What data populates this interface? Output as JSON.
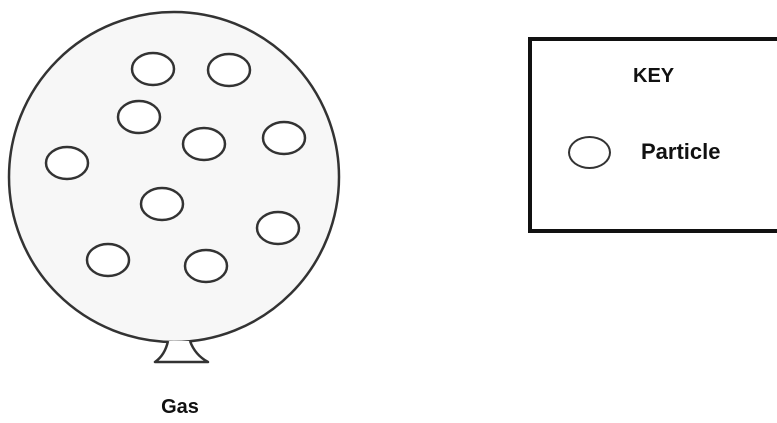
{
  "diagram": {
    "caption": "Gas",
    "key": {
      "title": "KEY",
      "items": [
        {
          "symbol": "particle-circle-icon",
          "label": "Particle"
        }
      ]
    }
  },
  "colors": {
    "outline": "#333333",
    "balloon_fill": "#f7f7f7",
    "text": "#111111"
  }
}
